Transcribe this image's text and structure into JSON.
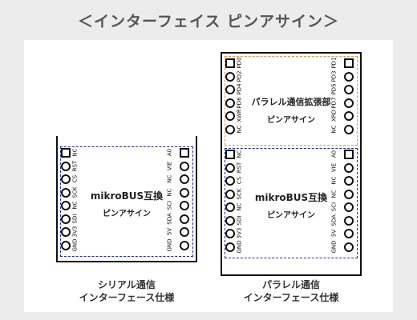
{
  "title": "＜インターフェイス ピンアサイン＞",
  "left_board": {
    "module": "mikroBUS互換",
    "assign": "ピンアサイン",
    "left_pins": [
      "NC",
      "RST",
      "CS",
      "SCK",
      "NC",
      "SDI",
      "3V3",
      "GND"
    ],
    "right_pins": [
      "A0",
      "VIE",
      "NC",
      "NC",
      "SCI",
      "SDA",
      "5V",
      "GND"
    ],
    "caption_line1": "シリアル通信",
    "caption_line2": "インターフェース仕様"
  },
  "right_board": {
    "ext_module": "パラレル通信拡張部",
    "ext_assign": "ピンアサイン",
    "ext_left_pins": [
      "PD0",
      "PD2",
      "PD4",
      "PD6",
      "XWR",
      "NC"
    ],
    "ext_right_pins": [
      "PD1",
      "PD3",
      "PD5",
      "PD7",
      "XRD",
      "NC"
    ],
    "module": "mikroBUS互換",
    "assign": "ピンアサイン",
    "left_pins": [
      "NC",
      "RST",
      "CS",
      "SCK",
      "NC",
      "SDI",
      "3V3",
      "GND"
    ],
    "right_pins": [
      "A0",
      "VIE",
      "NC",
      "NC",
      "SCI",
      "SDA",
      "5V",
      "GND"
    ],
    "caption_line1": "パラレル通信",
    "caption_line2": "インターフェース仕様"
  },
  "colors": {
    "mikrobus_outline": "#1f2a8f",
    "extension_outline": "#e39250"
  }
}
